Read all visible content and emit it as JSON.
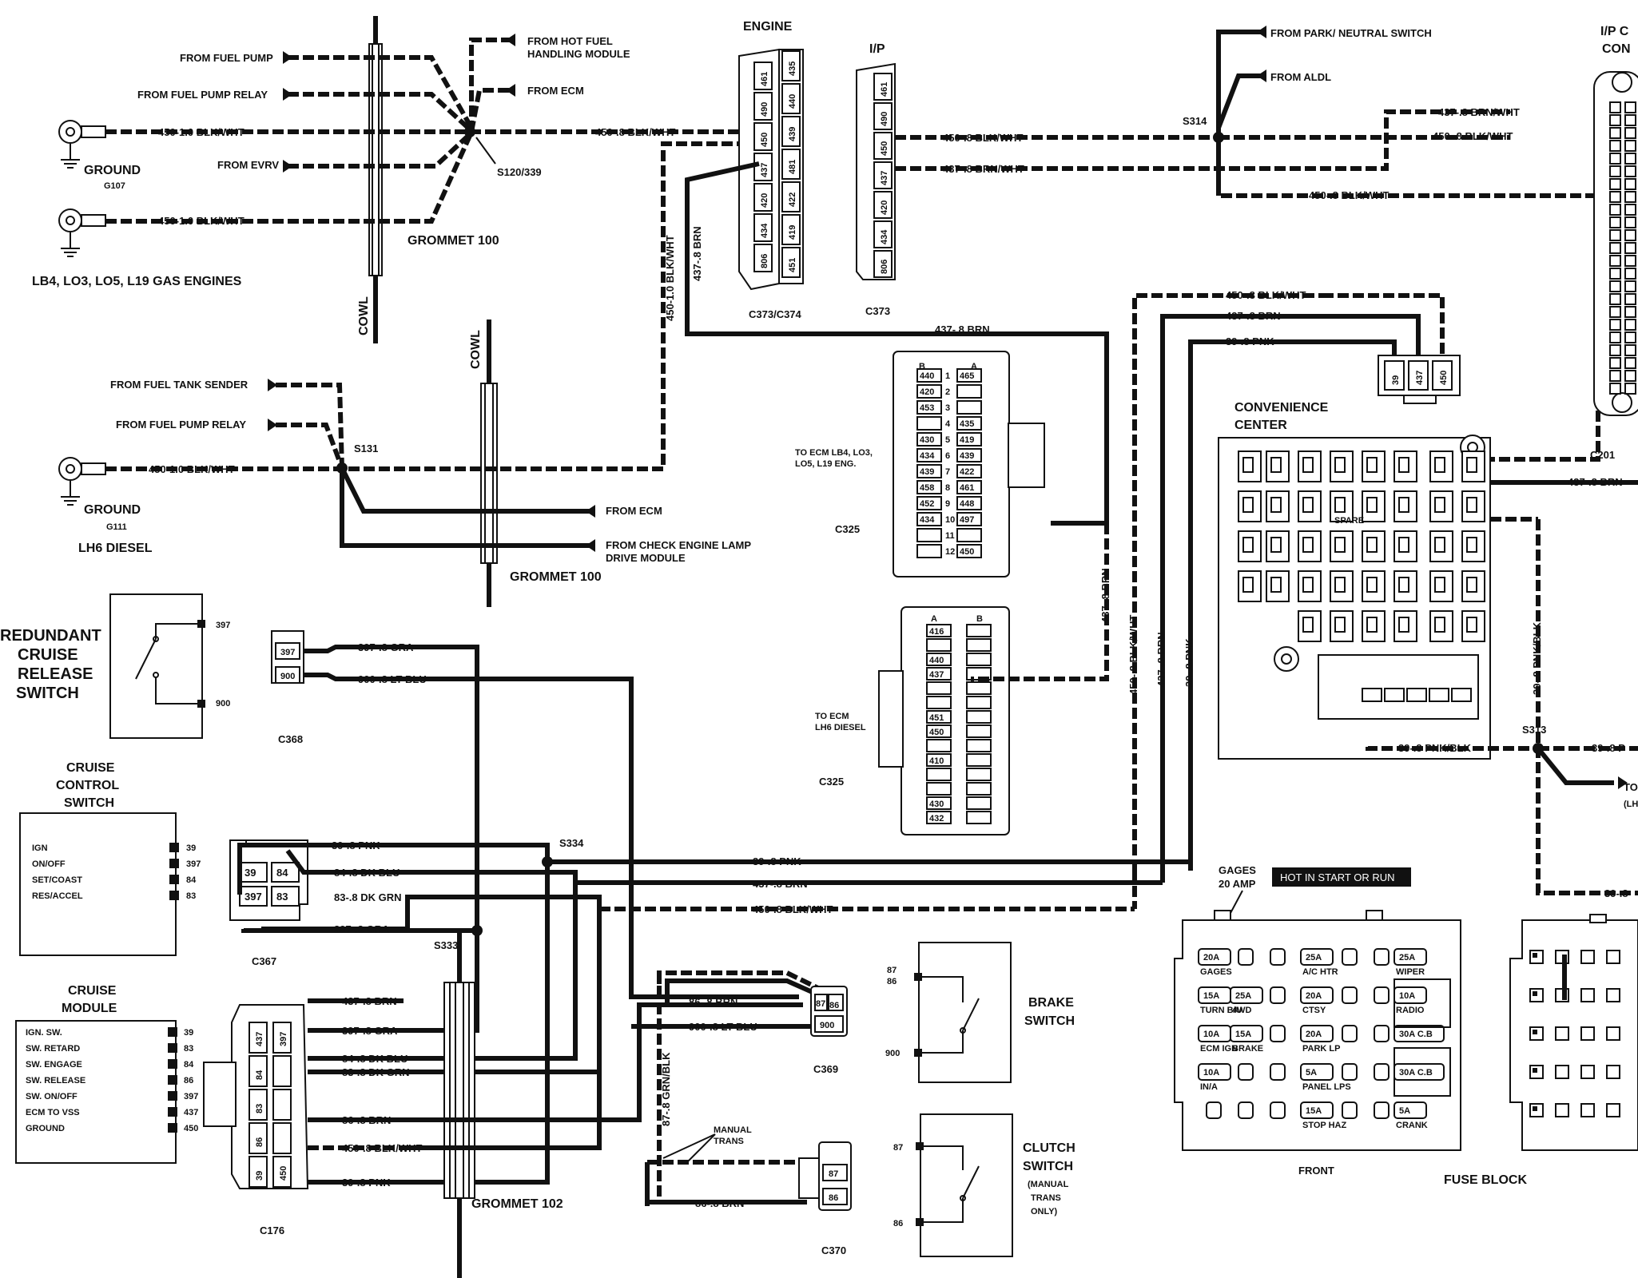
{
  "diagram": {
    "left_gas": {
      "inputs": [
        "FROM FUEL PUMP",
        "FROM FUEL PUMP RELAY",
        "FROM EVRV"
      ],
      "inputs_right": [
        "FROM HOT FUEL",
        "HANDLING MODULE",
        "FROM  ECM"
      ],
      "wire_ground1": "450-1.0 BLK/WHT",
      "wire_ground2": "450-1.0 BLK/WHT",
      "wire_out": "450-.8 BLK/WHT",
      "ground_label": "GROUND",
      "ground_id": "G107",
      "splice": "S120/339",
      "grommet": "GROMMET 100",
      "engines": "LB4, LO3, LO5, L19 GAS ENGINES",
      "cowl": "COWL"
    },
    "left_diesel": {
      "inputs": [
        "FROM FUEL TANK SENDER",
        "FROM FUEL PUMP RELAY"
      ],
      "wire_ground": "450-1.0 BLK/WHT",
      "splice": "S131",
      "ground_label": "GROUND",
      "ground_id": "G111",
      "engine": "LH6 DIESEL",
      "from_ecm": "FROM ECM",
      "from_check1": "FROM CHECK ENGINE LAMP",
      "from_check2": "DRIVE MODULE",
      "grommet": "GROMMET 100",
      "cowl": "COWL"
    },
    "connectors_top": {
      "engine_title": "ENGINE",
      "ip_title": "I/P",
      "engine_left_pins": [
        "461",
        "490",
        "450",
        "437",
        "420",
        "434",
        "806"
      ],
      "engine_right_pins": [
        "435",
        "440",
        "439",
        "481",
        "422",
        "419",
        "451"
      ],
      "ip_pins": [
        "461",
        "490",
        "450",
        "437",
        "420",
        "434",
        "806"
      ],
      "engine_label": "C373/C374",
      "ip_label": "C373",
      "wire_450_ip": "450-.8 BLK/WHT",
      "wire_437_ip": "437-.8 BRN/WHT",
      "wire_450_vert": "450-1.0 BLK/WHT",
      "wire_437_vert": "437-.8 BRN",
      "wire_437_c325": "437-.8 BRN"
    },
    "c325": {
      "gas_label1": "TO ECM LB4, LO3,",
      "gas_label2": "LO5, L19 ENG.",
      "gas_conn": "C325",
      "gas_col_b": [
        "440",
        "420",
        "453",
        "",
        "430",
        "434",
        "439",
        "458",
        "452",
        "434",
        "",
        ""
      ],
      "gas_col_a": [
        "465",
        "",
        "",
        "435",
        "419",
        "439",
        "422",
        "461",
        "448",
        "497",
        "",
        "450"
      ],
      "diesel_label1": "TO ECM",
      "diesel_label2": "LH6 DIESEL",
      "diesel_conn": "C325",
      "diesel_pins": [
        "416",
        "",
        "440",
        "437",
        "",
        "",
        "451",
        "450",
        "",
        "410",
        "",
        "",
        "430",
        "432"
      ],
      "wire_vert": "437-.8 BRN"
    },
    "right_top": {
      "from_park": "FROM PARK/ NEUTRAL SWITCH",
      "from_aldl": "FROM ALDL",
      "splice": "S314",
      "wire_437": "437-.8 BRN/WHT",
      "wire_450": "450-.8 BLK/WHT",
      "wire_450_low": "450-.8 BLK/WHT",
      "ip_conn1": "I/P C",
      "ip_conn2": "CON",
      "c201": "C201"
    },
    "convenience": {
      "title1": "CONVENIENCE",
      "title2": "CENTER",
      "wire_450": "450-.8 BLK/WHT",
      "wire_437": "437-.8 BRN",
      "wire_39": "39-.8 PNK",
      "conn_pins": [
        "39",
        "437",
        "450"
      ],
      "wire_437_right": "437-.8 BRN",
      "vert_450": "450-.8 BLK/WHT",
      "vert_437": "437-.8 BRN",
      "vert_39": "39-.8 PNK",
      "vert_pnkblk": "39-.8 PNK/BLK",
      "splice": "S313",
      "wire_pnkblk": "39-.8 PNK/BLK",
      "wire_39_right": "39-.8 P",
      "to_label1": "TO",
      "to_label2": "(LH",
      "wire_39_low": "39-.8",
      "spare": "SPARE"
    },
    "redundant": {
      "title": [
        "REDUNDANT",
        "CRUISE",
        "RELEASE",
        "SWITCH"
      ],
      "pin_top": "397",
      "pin_bot": "900",
      "conn_pins": [
        "397",
        "900"
      ],
      "conn": "C368",
      "wire_397": "397-.8 GRA",
      "wire_900": "900-.8 LT BLU"
    },
    "cruise_switch": {
      "title": [
        "CRUISE",
        "CONTROL",
        "SWITCH"
      ],
      "rows": [
        "IGN",
        "ON/OFF",
        "SET/COAST",
        "RES/ACCEL"
      ],
      "pins": [
        "39",
        "397",
        "84",
        "83"
      ],
      "conn_pins": [
        "39",
        "84",
        "397",
        "83"
      ],
      "conn": "C367",
      "wire_39": "39-.8 PNK",
      "wire_84": "84-.8 DK BLU",
      "wire_83": "83-.8 DK GRN",
      "wire_397": "397-.8 GRA",
      "splice_334": "S334",
      "splice_333": "S333"
    },
    "main_bus": {
      "wire_39": "39-.8 PNK",
      "wire_437": "437-.8 BRN",
      "wire_450": "450-.8 BLK/WHT"
    },
    "cruise_module": {
      "title": [
        "CRUISE",
        "MODULE"
      ],
      "rows": [
        "IGN. SW.",
        "SW. RETARD",
        "SW. ENGAGE",
        "SW. RELEASE",
        "SW. ON/OFF",
        "ECM TO VSS",
        "GROUND"
      ],
      "pins": [
        "39",
        "83",
        "84",
        "86",
        "397",
        "437",
        "450"
      ],
      "conn_left": [
        "437",
        "84",
        "83",
        "86",
        "39"
      ],
      "conn_right": [
        "397",
        "",
        "",
        "",
        "450"
      ],
      "conn": "C176",
      "wires": [
        "437-.8 BRN",
        "397-.8 GRA",
        "84-.8 DK BLU",
        "83-.8 DK GRN",
        "86-.8 BRN",
        "450-.8 BLK/WHT",
        "39-.8 PNK"
      ],
      "grommet": "GROMMET 102"
    },
    "brake": {
      "wire_86": "86-.8 BRN",
      "wire_900": "900-.8 LT BLU",
      "conn_pins": [
        "87",
        "86",
        "900"
      ],
      "conn": "C369",
      "title": [
        "BRAKE",
        "SWITCH"
      ],
      "pins_top": [
        "87",
        "86"
      ],
      "pin_bot": "900",
      "vert_wire": "87-.8 GRN/BLK",
      "manual": [
        "MANUAL",
        "TRANS"
      ]
    },
    "clutch": {
      "wire_86": "86-.8 BRN",
      "conn_pins": [
        "87",
        "86"
      ],
      "conn": "C370",
      "title": [
        "CLUTCH",
        "SWITCH"
      ],
      "sub": [
        "(MANUAL",
        "TRANS",
        "ONLY)"
      ],
      "pin_top": "87",
      "pin_bot": "86"
    },
    "fuse_block": {
      "gages1": "GAGES",
      "gages2": "20 AMP",
      "hot": "HOT IN START OR RUN",
      "front": "FRONT",
      "title": "FUSE BLOCK",
      "fuses": [
        [
          "20A",
          "",
          "",
          "25A",
          "",
          "",
          "25A"
        ],
        [
          "15A",
          "25A",
          "",
          "20A",
          "",
          "",
          "10A"
        ],
        [
          "10A",
          "15A",
          "",
          "20A",
          "",
          "",
          "30A C.B"
        ],
        [
          "10A",
          "",
          "",
          "5A",
          "",
          "",
          "30A C.B"
        ],
        [
          "",
          "",
          "",
          "15A",
          "",
          "",
          "5A"
        ]
      ],
      "fuse_names": [
        [
          "GAGES",
          "",
          "",
          "A/C HTR",
          "",
          "",
          "WIPER"
        ],
        [
          "TURN B/U",
          "4WD",
          "",
          "CTSY",
          "",
          "",
          "RADIO"
        ],
        [
          "ECM IGN",
          "BRAKE",
          "",
          "PARK LP",
          "",
          "",
          ""
        ],
        [
          "IN/A",
          "",
          "",
          "PANEL LPS",
          "",
          "",
          ""
        ],
        [
          "",
          "",
          "",
          "STOP HAZ",
          "",
          "",
          "CRANK"
        ]
      ]
    }
  }
}
